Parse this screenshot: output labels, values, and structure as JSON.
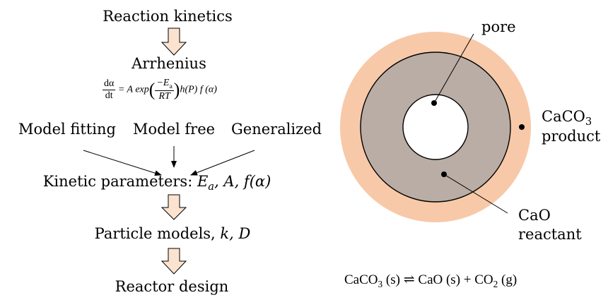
{
  "flowchart": {
    "reaction_kinetics": "Reaction kinetics",
    "arrhenius": "Arrhenius",
    "rate_equation": {
      "lhs_num": "dα",
      "lhs_den": "dt",
      "pre": "= A exp",
      "exp_num": "−E",
      "exp_num_sub": "a",
      "exp_den": "RT",
      "post": "h(P) f (α)"
    },
    "methods": [
      "Model fitting",
      "Model free",
      "Generalized"
    ],
    "kinetic_parameters": {
      "prefix": "Kinetic parameters: ",
      "Ea": "E",
      "Ea_sub": "a",
      "rest": ", A, f(α)"
    },
    "particle_models": {
      "prefix": "Particle models, ",
      "vars": "k, D"
    },
    "reactor_design": "Reactor design"
  },
  "particle": {
    "pore": "pore",
    "product_formula": "CaCO",
    "product_sub": "3",
    "product_label": "product",
    "reactant_formula": "CaO",
    "reactant_label": "reactant",
    "colors": {
      "product": "#f8c9a8",
      "reactant": "#b9ada5",
      "pore": "#ffffff",
      "arrow_fill": "#fbe3cf"
    }
  },
  "reaction": {
    "left": "CaCO",
    "left_sub": "3",
    "left_state": " (s) ",
    "arrow": "⇌",
    "right": " CaO (s) + CO",
    "right_sub": "2",
    "right_state": " (g)"
  }
}
